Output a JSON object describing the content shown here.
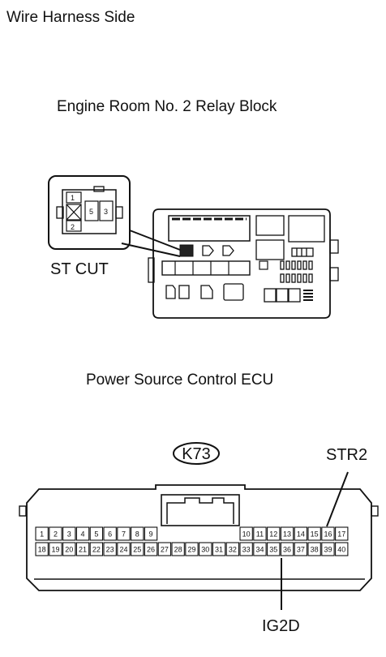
{
  "header": {
    "title": "Wire Harness Side"
  },
  "relay_block": {
    "title": "Engine Room No. 2 Relay Block",
    "relay_label": "ST CUT",
    "relay_pins": [
      "1",
      "2",
      "5",
      "3"
    ]
  },
  "ecu": {
    "title": "Power Source Control ECU",
    "connector_id": "K73",
    "top_row_left": [
      "1",
      "2",
      "3",
      "4",
      "5",
      "6",
      "7",
      "8",
      "9"
    ],
    "top_row_right": [
      "10",
      "11",
      "12",
      "13",
      "14",
      "15",
      "16",
      "17"
    ],
    "bottom_row": [
      "18",
      "19",
      "20",
      "21",
      "22",
      "23",
      "24",
      "25",
      "26",
      "27",
      "28",
      "29",
      "30",
      "31",
      "32",
      "33",
      "34",
      "35",
      "36",
      "37",
      "38",
      "39",
      "40"
    ],
    "callouts": {
      "str2": "STR2",
      "ig2d": "IG2D"
    }
  },
  "colors": {
    "line": "#111111",
    "background": "#ffffff",
    "highlight_fill": "#222222"
  }
}
